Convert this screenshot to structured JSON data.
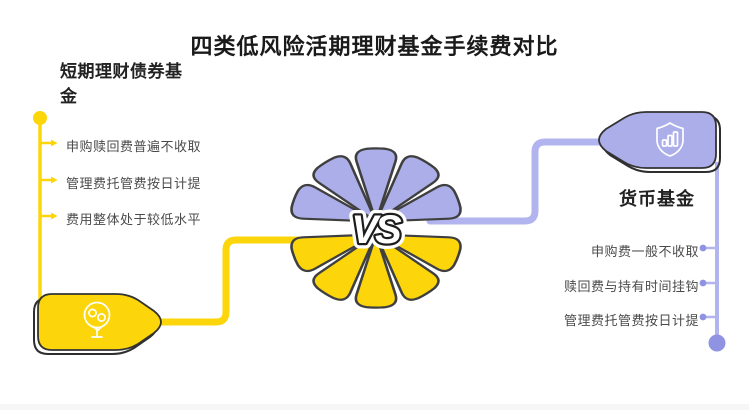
{
  "title": "四类低风险活期理财基金手续费对比",
  "vs_label": "VS",
  "left_panel": {
    "heading": "短期理财债券基金",
    "bullets": [
      "申购赎回费普遍不收取",
      "管理费托管费按日计提",
      "费用整体处于较低水平"
    ],
    "badge_icon": "money-tree-icon"
  },
  "right_panel": {
    "heading": "货币基金",
    "bullets": [
      "申购费一般不收取",
      "赎回费与持有时间挂钩",
      "管理费托管费按日计提"
    ],
    "badge_icon": "shield-chart-icon"
  },
  "colors": {
    "yellow": "#FCD60A",
    "purple": "#ABAEE9",
    "purpleLine": "#B1B4EE",
    "purpleDot": "#8F93E2",
    "outline": "#3F3F3F",
    "ink": "#1A1A1A",
    "body": "#4B4B4B"
  }
}
